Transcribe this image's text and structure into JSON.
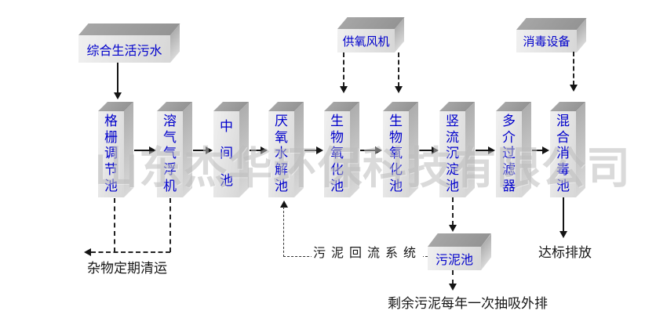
{
  "colors": {
    "label_blue": "#0000cc",
    "line_black": "#141414",
    "box_front": "#e5e5e5",
    "box_top": "#9d9d9d",
    "box_side": "#c6c6c6",
    "watermark_gray": "#bdbdbd",
    "background": "#ffffff"
  },
  "watermark": {
    "text": "山东杰华环保科技有限公司"
  },
  "sources": {
    "sewage": {
      "label": "综合生活污水"
    },
    "blower": {
      "label": "供氧风机"
    },
    "disinfectant": {
      "label": "消毒设备"
    }
  },
  "stages": [
    {
      "label": "格栅调节池"
    },
    {
      "label": "溶气气浮机"
    },
    {
      "label": "中间池"
    },
    {
      "label": "厌氧水解池"
    },
    {
      "label": "生物氧化池"
    },
    {
      "label": "生物氧化池"
    },
    {
      "label": "竖流沉淀池"
    },
    {
      "label": "多介过滤器"
    },
    {
      "label": "混合消毒池"
    }
  ],
  "sludge_tank": {
    "label": "污泥池"
  },
  "annotations": {
    "debris_removal": "杂物定期清运",
    "sludge_return": "污泥回流系统",
    "discharge": "达标排放",
    "excess_sludge": "剩余污泥每年一次抽吸外排"
  }
}
